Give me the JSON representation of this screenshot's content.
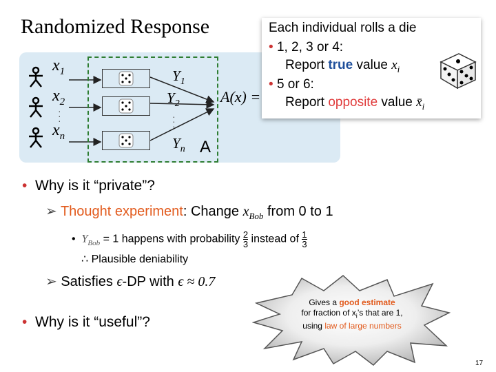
{
  "slide": {
    "title": "Randomized Response",
    "page_number": "17"
  },
  "diagram": {
    "inputs": [
      {
        "base": "x",
        "sub": "1"
      },
      {
        "base": "x",
        "sub": "2"
      },
      {
        "base": "x",
        "sub": "n"
      }
    ],
    "outputs": [
      {
        "base": "Y",
        "sub": "1"
      },
      {
        "base": "Y",
        "sub": "2"
      },
      {
        "base": "Y",
        "sub": "n"
      }
    ],
    "output_expr": "A(x) =",
    "algorithm_label": "A"
  },
  "callout": {
    "heading": "Each individual rolls a die",
    "rule1_values": "1, 2, 3 or 4:",
    "rule1_prefix": "Report ",
    "rule1_highlight": "true",
    "rule1_suffix": " value ",
    "rule1_var": "x",
    "rule1_var_sub": "i",
    "rule2_values": "5 or 6:",
    "rule2_prefix": "Report ",
    "rule2_highlight": "opposite",
    "rule2_suffix": " value ",
    "rule2_var": "x̄",
    "rule2_var_sub": "i"
  },
  "bullets": {
    "q1": "Why is it “private”?",
    "thought_label": "Thought experiment",
    "thought_rest_a": ": Change ",
    "thought_var": "x",
    "thought_var_sub": "Bob",
    "thought_rest_b": " from 0 to 1",
    "sub1_var": "Y",
    "sub1_var_sub": "Bob",
    "sub1_mid": " = 1 happens with probability ",
    "sub1_frac1_num": "2",
    "sub1_frac1_den": "3",
    "sub1_instead": " instead of ",
    "sub1_frac2_num": "1",
    "sub1_frac2_den": "3",
    "sub2": "∴ Plausible deniability",
    "dp_prefix": "Satisfies ",
    "dp_math": "ϵ",
    "dp_mid": "-DP with ",
    "dp_value": "ϵ ≈ 0.7",
    "q2": "Why is it “useful”?"
  },
  "starburst": {
    "pre": "Gives a ",
    "highlight": "good estimate",
    "line2": "for fraction of x",
    "line2_sub": "i",
    "line2_end": "’s that are 1,",
    "line3_pre": "using ",
    "line3_highlight": "law of large numbers"
  },
  "colors": {
    "accent_orange": "#e25a1c",
    "accent_blue": "#1f4f9b",
    "accent_red": "#e03a3a",
    "panel_bg": "#dbeaf4",
    "dashed_green": "#2e7d32"
  }
}
